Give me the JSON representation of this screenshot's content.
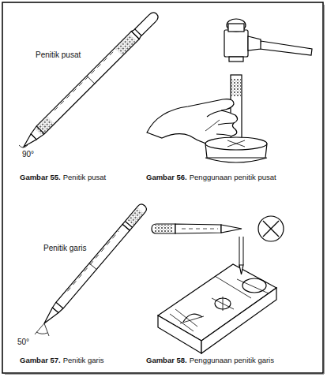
{
  "diagram": {
    "labels": [
      "Penitik pusat",
      "90°",
      "Gambar 55.",
      "Penitik pusat",
      "Gambar 56.",
      "Penggunaan penitik pusat",
      "Penitik garis",
      "50°",
      "Gambar 57.",
      "Penitik garis",
      "Gambar 58.",
      "Penggunaan penitik garis"
    ]
  }
}
